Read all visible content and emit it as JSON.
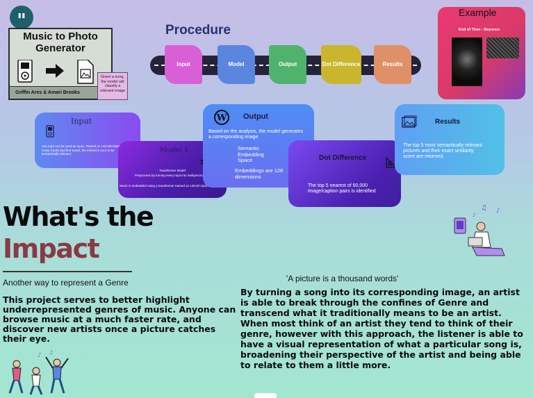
{
  "title_card": {
    "title": "Music to Photo Generator",
    "authors": "Griffin Ares & Amari Brooks",
    "note": "Given a song, the model will classify a relevant image"
  },
  "procedure": {
    "title": "Procedure",
    "steps": [
      {
        "label": "Input",
        "color": "#d95fd6"
      },
      {
        "label": "Model",
        "color": "#5b86e0"
      },
      {
        "label": "Output",
        "color": "#4fb36d"
      },
      {
        "label": "Dot  Difference",
        "color": "#c9b62c"
      },
      {
        "label": "Results",
        "color": "#e09067"
      }
    ]
  },
  "example": {
    "title": "Example",
    "caption": "End of Time - Beyonce"
  },
  "cards": {
    "input": {
      "title": "Input",
      "body": "Any mp3 can be used as input. Trained on 140,000 labeled music tracks and fine-tuned, the embed is sure to be semantically relevant."
    },
    "model": {
      "title": "Model 1",
      "line1": "Transformer Model",
      "line2": "Preprocess by turning every mp3 into melspectrogram",
      "line3": "Music is embedded using a transformer trained on 140,00 mp3/caption pairs"
    },
    "output": {
      "title": "Output",
      "body": "Based on the analysis, the model generates a corresponding image.",
      "space": "Semantic Embedding Space",
      "dims": "Embeddings are 128 dimensions"
    },
    "dot": {
      "title": "Dot Difference",
      "body": "The top 5 nearest of 60,000 image/caption pairs is identified"
    },
    "results": {
      "title": "Results",
      "body": "The top 5 most semantically relevant pictures and their exact similarity score are returned."
    }
  },
  "impact": {
    "heading_line1": "What's the",
    "heading_line2": "Impact",
    "subtitle": "Another way to represent a Genre",
    "left_para": "This project serves to better highlight underrepresented genres of music. Anyone can browse music at a much faster rate, and discover new artists once a picture catches their eye.",
    "quote": "'A picture is a thousand words'",
    "right_para": "By turning a song into its corresponding image, an artist is able to break through the confines of Genre and transcend what it traditionally means to be an artist. When most think of an artist they tend to think of their genre, however with this approach, the listener is able to have a visual representation of what a particular song is, broadening their perspective of the artist and being able to relate to them a little more."
  },
  "icons": {
    "quote": "quote-icon",
    "ipod": "ipod-icon",
    "arrow": "arrow-right-icon",
    "document": "document-image-icon",
    "wordpress": "wordpress-icon",
    "brain": "brain-icon",
    "ruler": "set-square-icon",
    "gallery": "gallery-icon"
  }
}
